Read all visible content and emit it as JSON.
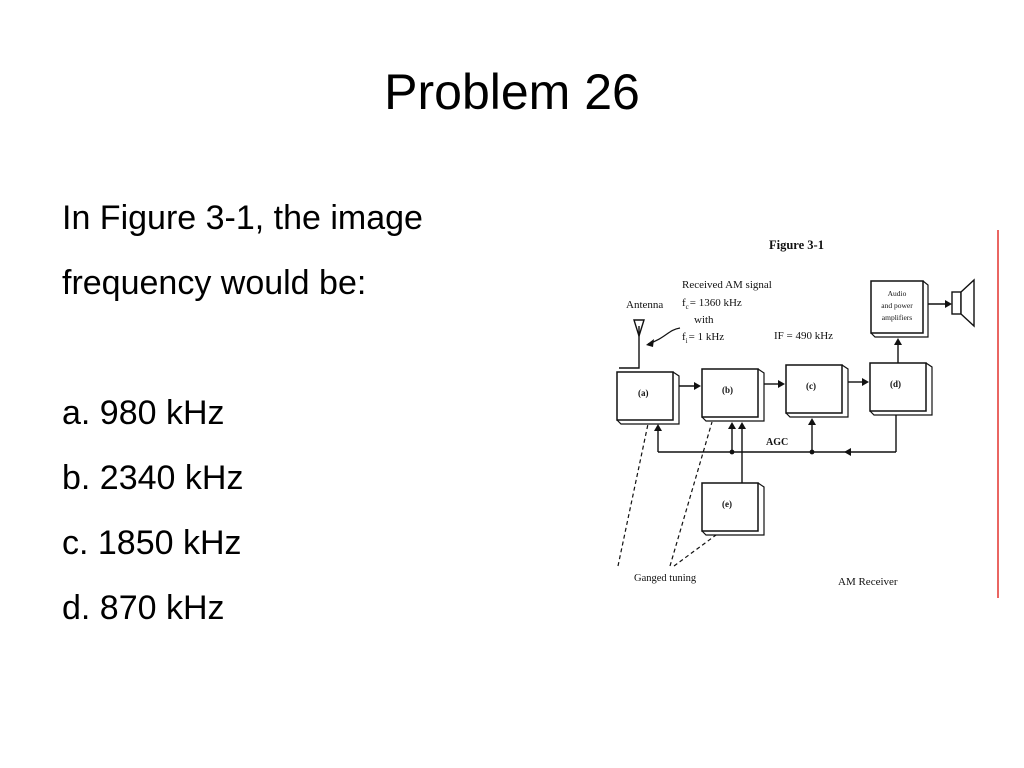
{
  "slide": {
    "title": "Problem 26",
    "question": {
      "line1": "In Figure 3-1, the image",
      "line2": "frequency would be:"
    },
    "options": [
      "a. 980 kHz",
      "b. 2340 kHz",
      "c. 1850 kHz",
      "d. 870 kHz"
    ]
  },
  "figure": {
    "title": "Figure 3-1",
    "antenna_label": "Antenna",
    "signal_label_1": "Received AM signal",
    "signal_label_2": "f",
    "signal_sub_2": "c",
    "signal_value_2": "= 1360 kHz",
    "signal_label_3": "with",
    "signal_label_4": "f",
    "signal_sub_4": "i",
    "signal_value_4": "= 1 kHz",
    "if_label": "IF = 490 kHz",
    "audio_label_1": "Audio",
    "audio_label_2": "and power",
    "audio_label_3": "amplifiers",
    "agc_label": "AGC",
    "ganged_label": "Ganged tuning",
    "receiver_label": "AM Receiver",
    "blocks": {
      "a": "(a)",
      "b": "(b)",
      "c": "(c)",
      "d": "(d)",
      "e": "(e)"
    },
    "colors": {
      "line": "#111111",
      "border": "#e3342f"
    }
  }
}
